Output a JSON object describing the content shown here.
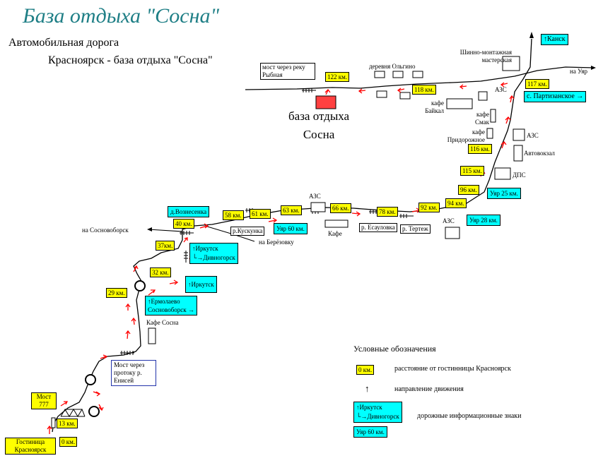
{
  "title": "База отдыха \"Сосна\"",
  "subtitle_line1": "Автомобильная дорога",
  "subtitle_line2": "Красноярск - база отдыха \"Сосна\"",
  "base": {
    "name_line1": "база отдыха",
    "name_line2": "Сосна",
    "color": "#ff4040"
  },
  "km_markers": {
    "km0": "0  км.",
    "km13": "13 км.",
    "km29": "29 км.",
    "km32": "32 км.",
    "km37": "37км.",
    "km40": "40 км.",
    "km58": "58 км.",
    "km61": "61 км.",
    "km63": "63 км.",
    "km66": "66 км.",
    "km78": "78 км.",
    "km92": "92 км.",
    "km94": "94 км.",
    "km96": "96 км.",
    "km115": "115 км.",
    "km116": "116 км.",
    "km117": "117 км.",
    "km118": "118 км.",
    "km122": "122 км."
  },
  "signs": {
    "kansk": "Канск",
    "partizanskoe": "с. Партизанское →",
    "uyar25": "Уяр 25 км.",
    "uyar28": "Уяр 28 км.",
    "uyar60": "Уяр  60 км.",
    "voznesenka": "д.Вознесенка",
    "irkutsk_line1": "Иркутск",
    "divnogorsk": "Дивногорск",
    "irkutsk_only": "Иркутск",
    "ermolaevo": "Ермолаево",
    "sosnovoborsk_arrow": "Сосновоборск →"
  },
  "labels": {
    "bridge_rybnaya": "мост через реку Рыбная",
    "olgino": "деревня Ольгино",
    "tire_shop": "Шинно-монтажная мастерская",
    "to_uyar": "на Уяр",
    "azs1": "АЗС",
    "azs2": "АЗС",
    "azs3": "АЗС",
    "azs4": "АЗС",
    "cafe_baikal": "кафе Байкал",
    "cafe_smak": "кафе Смак",
    "cafe_pridorozhnoe": "кафе Придорожное",
    "bus_station": "Автовокзал",
    "dps": "ДПС",
    "to_sosnovoborsk": "на Сосновоборск",
    "to_berezovka": "на Берёзовку",
    "r_kuskunka": "р.Кускунка",
    "r_esaulovka": "р. Есауловка",
    "r_tertezh": "р. Тертеж",
    "cafe": "Кафе",
    "cafe_sosna": "Кафе Сосна",
    "bridge_channel": "Мост через протоку р. Енисей",
    "bridge777_line1": "Мост",
    "bridge777_line2": "777",
    "hotel": "Гостиница Красноярск"
  },
  "legend": {
    "title": "Условные обозначения",
    "km_sample": "0  км.",
    "km_text": "расстояние от гостинницы Красноярск",
    "arrow_text": "направление движения",
    "sign_line1": "Иркутск",
    "sign_line2": "Дивногорск",
    "sign_text": "дорожные информационные знаки",
    "sign2": "Уяр  60 км."
  },
  "colors": {
    "km_bg": "#ffff00",
    "sign_bg": "#00ffff",
    "arrow": "#ff0000",
    "title": "#1f7f86"
  }
}
